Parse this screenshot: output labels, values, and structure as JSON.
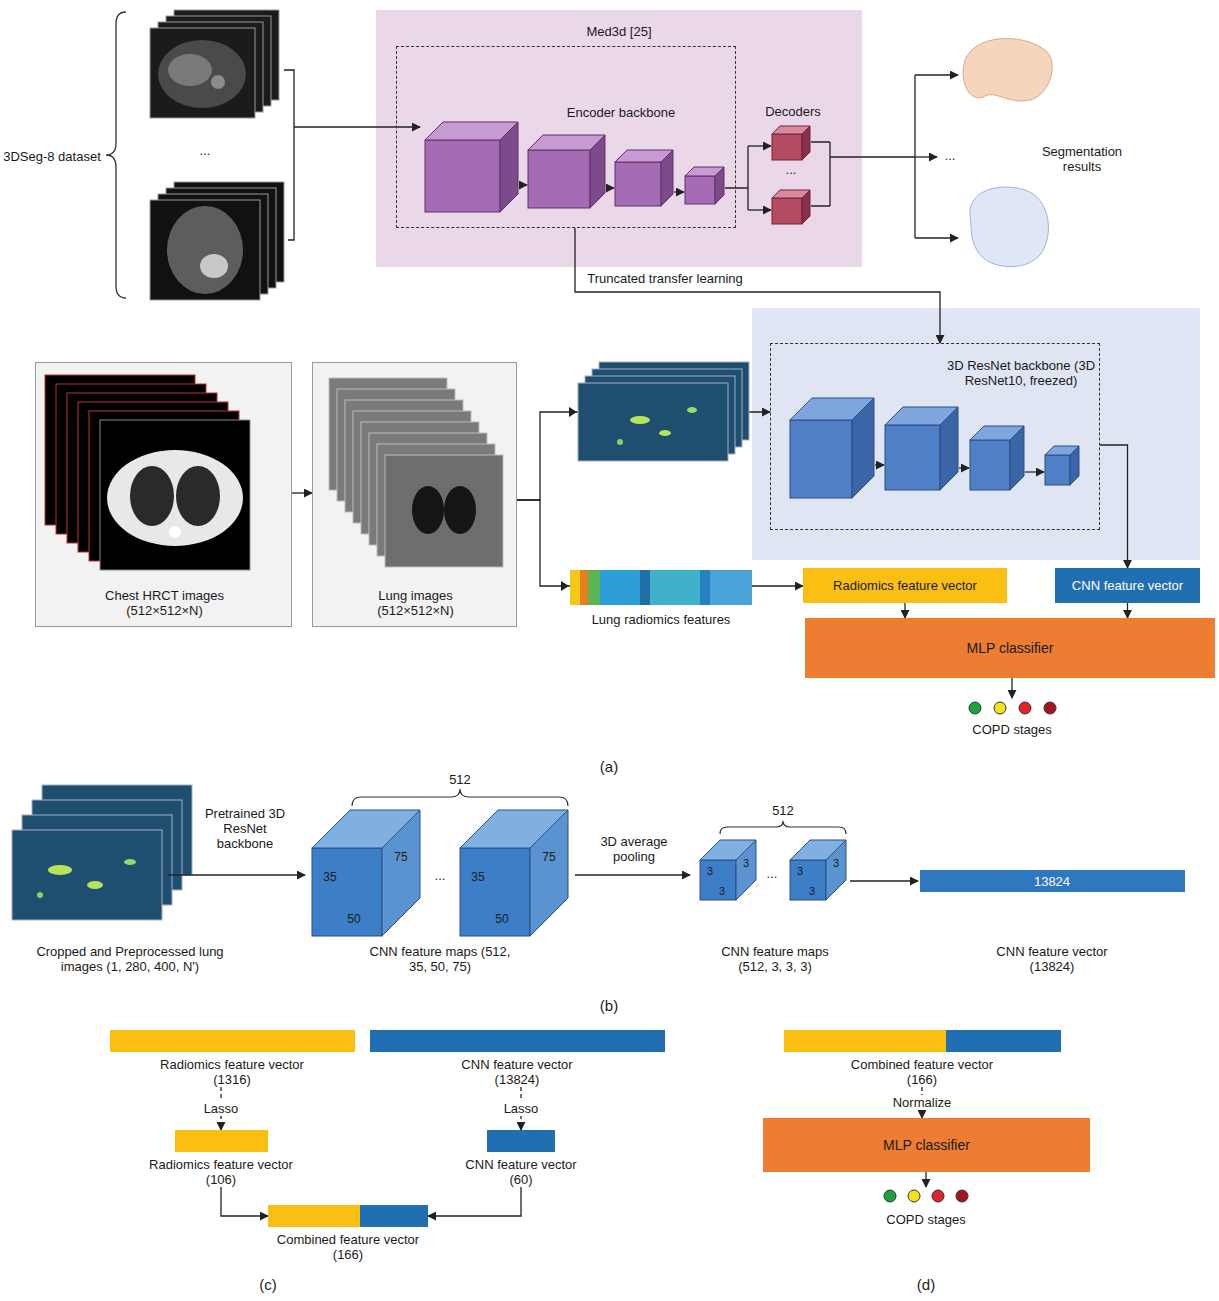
{
  "diagram": {
    "nodes": [
      {
        "text": [
          "Med3d [25]"
        ]
      },
      {
        "text": [
          "Encoder backbone"
        ],
        "in": 0
      },
      {
        "text": [
          "3D ResNet backbone (3D ResNet10, freezed)"
        ]
      },
      {
        "text": [
          "Chest HRCT images (512×512×N)"
        ]
      },
      {
        "text": [
          "Lung images (512×512×N)"
        ]
      },
      {
        "text": [
          "Radiomics feature vector"
        ]
      },
      {
        "text": [
          "CNN feature vector"
        ]
      },
      {
        "text": [
          "MLP classifier"
        ]
      },
      {
        "text": [
          "13824",
          "CNN feature vector (13824)"
        ]
      },
      {
        "text": [
          "Radiomics feature vector (1316)"
        ]
      },
      {
        "text": [
          "CNN feature vector (13824)"
        ]
      },
      {
        "text": [
          "Radiomics feature vector (106)"
        ]
      },
      {
        "text": [
          "CNN feature vector (60)"
        ]
      },
      {
        "text": [
          "Combined feature vector (166)"
        ]
      },
      {
        "text": [
          "Combined feature vector (166)"
        ]
      },
      {
        "text": [
          "MLP classifier"
        ]
      }
    ],
    "edges": [
      {
        "from": 1,
        "to": 2,
        "arrow": "to",
        "label": "Truncated transfer learning"
      },
      {
        "from": 3,
        "to": 4,
        "arrow": "to"
      },
      {
        "from": 4,
        "to": 2,
        "arrow": "to"
      },
      {
        "from": 4,
        "to": 5,
        "arrow": "to"
      },
      {
        "from": 2,
        "to": 6,
        "arrow": "to"
      },
      {
        "from": 5,
        "to": 7,
        "arrow": "to"
      },
      {
        "from": 6,
        "to": 7,
        "arrow": "to"
      },
      {
        "from": 9,
        "to": 11,
        "arrow": "to",
        "label": "Lasso"
      },
      {
        "from": 10,
        "to": 12,
        "arrow": "to",
        "label": "Lasso"
      },
      {
        "from": 11,
        "to": 13,
        "arrow": "to"
      },
      {
        "from": 12,
        "to": 13,
        "arrow": "to"
      },
      {
        "from": 14,
        "to": 15,
        "arrow": "to",
        "label": "Normalize"
      }
    ],
    "labels": [
      "3DSeg-8 dataset",
      "...",
      "Decoders",
      "...",
      "...",
      "Segmentation results",
      "Lung radiomics features",
      "COPD stages",
      "(a)",
      "Cropped and Preprocessed lung images (1, 280, 400, N')",
      "Pretrained 3D ResNet backbone",
      "512",
      "35",
      "50",
      "75",
      "...",
      "35",
      "50",
      "75",
      "CNN feature maps (512, 35, 50, 75)",
      "3D average pooling",
      "512",
      "3",
      "3",
      "3",
      "...",
      "3",
      "3",
      "3",
      "CNN feature maps (512, 3, 3, 3)",
      "(b)",
      "(c)",
      "COPD stages",
      "(d)"
    ]
  }
}
